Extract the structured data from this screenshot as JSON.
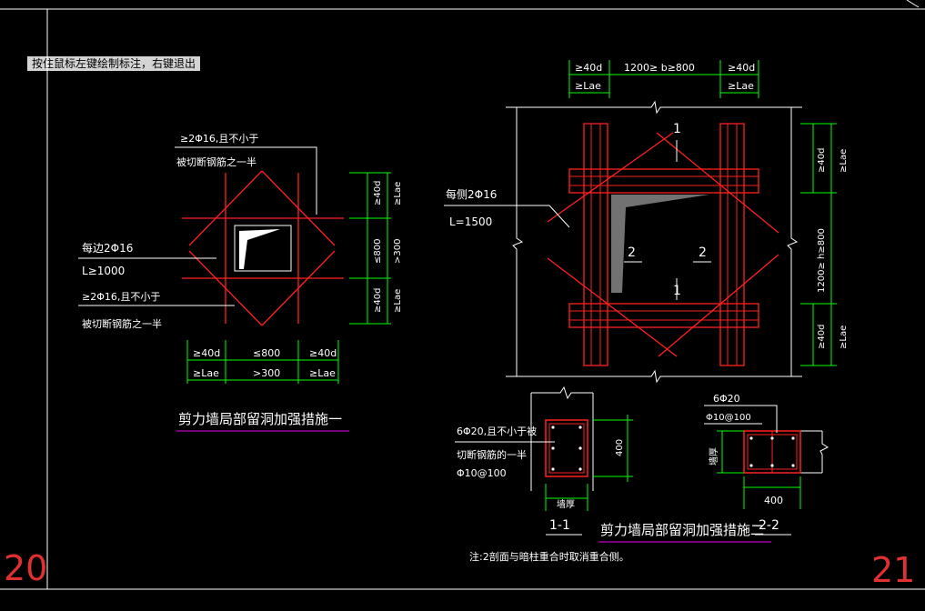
{
  "tooltip": "按住鼠标左键绘制标注，右键退出",
  "sheet_numbers": {
    "left": "20",
    "right": "21"
  },
  "colors": {
    "bg": "#000000",
    "white": "#ffffff",
    "red": "#ff2020",
    "green": "#00ff00",
    "magenta": "#c000c0",
    "sheet_no": "#e03030"
  },
  "detail1": {
    "title": "剪力墙局部留洞加强措施一",
    "note_top_a": "≥2Φ16,且不小于",
    "note_top_b": "被切断钢筋之一半",
    "note_mid_a": "每边2Φ16",
    "note_mid_b": "L≥1000",
    "note_bot_a": "≥2Φ16,且不小于",
    "note_bot_b": "被切断钢筋之一半",
    "dim_bottom": [
      "≥40d",
      "≤800",
      "≥40d"
    ],
    "dim_bottom_2": [
      "≥Lae",
      ">300",
      "≥Lae"
    ],
    "dim_right": [
      "≥40d",
      "≤800",
      "≥40d"
    ],
    "dim_right_2": [
      "≥Lae",
      ">300",
      "≥Lae"
    ]
  },
  "detail2": {
    "title": "剪力墙局部留洞加强措施二",
    "dim_top": [
      "≥40d",
      "1200≥ b≥800",
      "≥40d"
    ],
    "dim_top_2": [
      "≥Lae",
      "≥Lae"
    ],
    "dim_right": [
      "≥40d",
      "1200≥ h≥800",
      "≥40d"
    ],
    "dim_right_2": [
      "≥Lae",
      "≥Lae"
    ],
    "note_a": "每侧2Φ16",
    "note_b": "L=1500",
    "sec_1": "1",
    "sec_2": "2"
  },
  "section11": {
    "label": "1-1",
    "note_a": "6Φ20,且不小于被",
    "note_b": "切断钢筋的一半",
    "note_c": "Φ10@100",
    "dim_h": "400",
    "dim_w": "墙厚"
  },
  "section22": {
    "label": "2-2",
    "note_a": "6Φ20",
    "note_b": "Φ10@100",
    "dim_w": "400",
    "dim_h": "墙厚"
  },
  "footnote": "注:2剖面与暗柱重合时取消重合侧。"
}
